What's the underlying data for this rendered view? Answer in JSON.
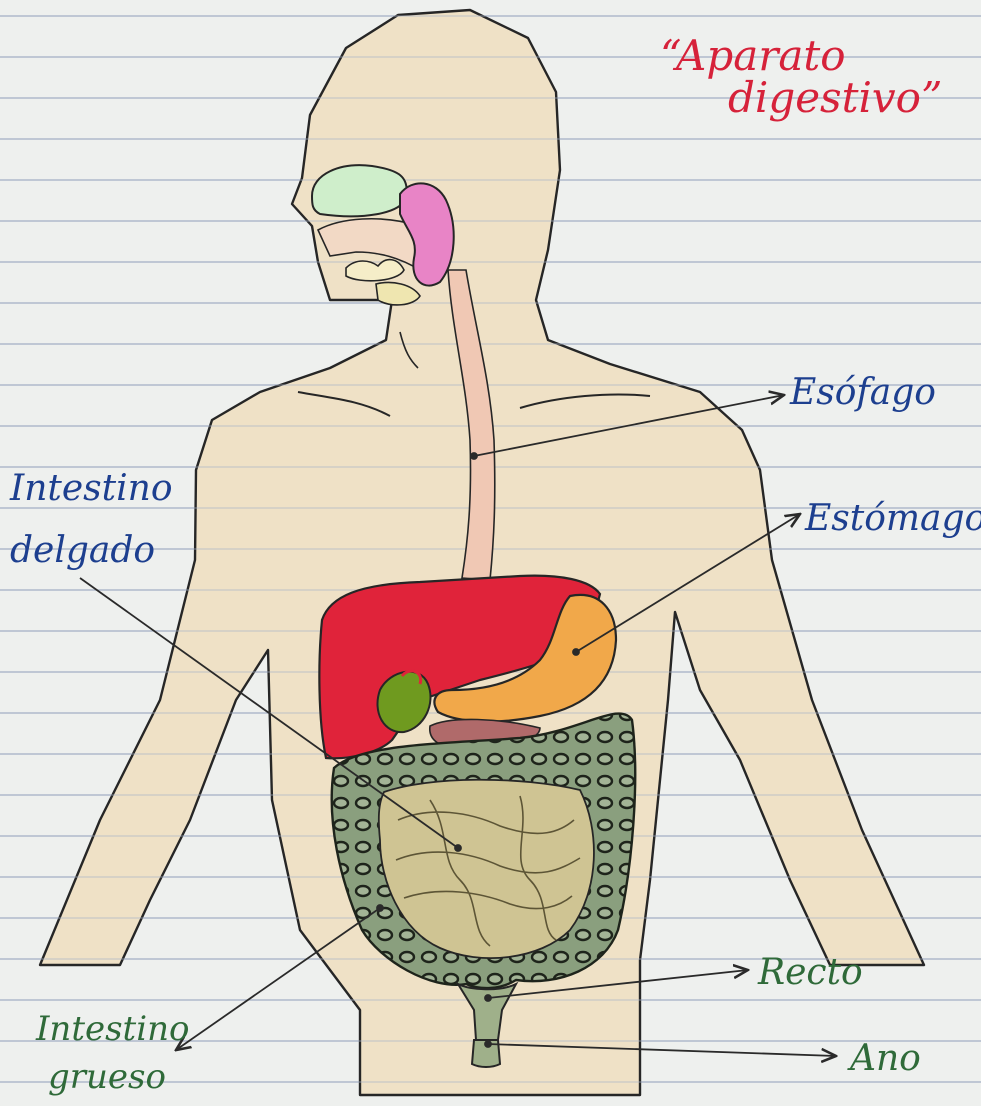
{
  "title": "“Aparato digestivo”",
  "title_lines": [
    "“Aparato",
    "digestivo”"
  ],
  "labels": {
    "esofago": "Esófago",
    "estomago": "Estómago",
    "intestino_delgado": [
      "Intestino",
      "delgado"
    ],
    "intestino_grueso": [
      "Intestino",
      "grueso"
    ],
    "recto": "Recto",
    "ano": "Ano"
  },
  "colors": {
    "paper": "#eef0ee",
    "ruled_line": "#a9b3c7",
    "skin": "#efe1c6",
    "liver": "#e0233a",
    "stomach": "#f1a84a",
    "gallbladder": "#6f9a1f",
    "small_intestine": "#cfc493",
    "large_intestine": "#8a9f7e",
    "esophagus": "#f0c8b4",
    "nasal_cavity": "#cfeecb",
    "salivary_gland": "#e884c6",
    "title_ink": "#d6223a",
    "blue_ink": "#1d3f8f",
    "green_ink": "#2f6a39",
    "arrow_ink": "#2a2a2a"
  }
}
